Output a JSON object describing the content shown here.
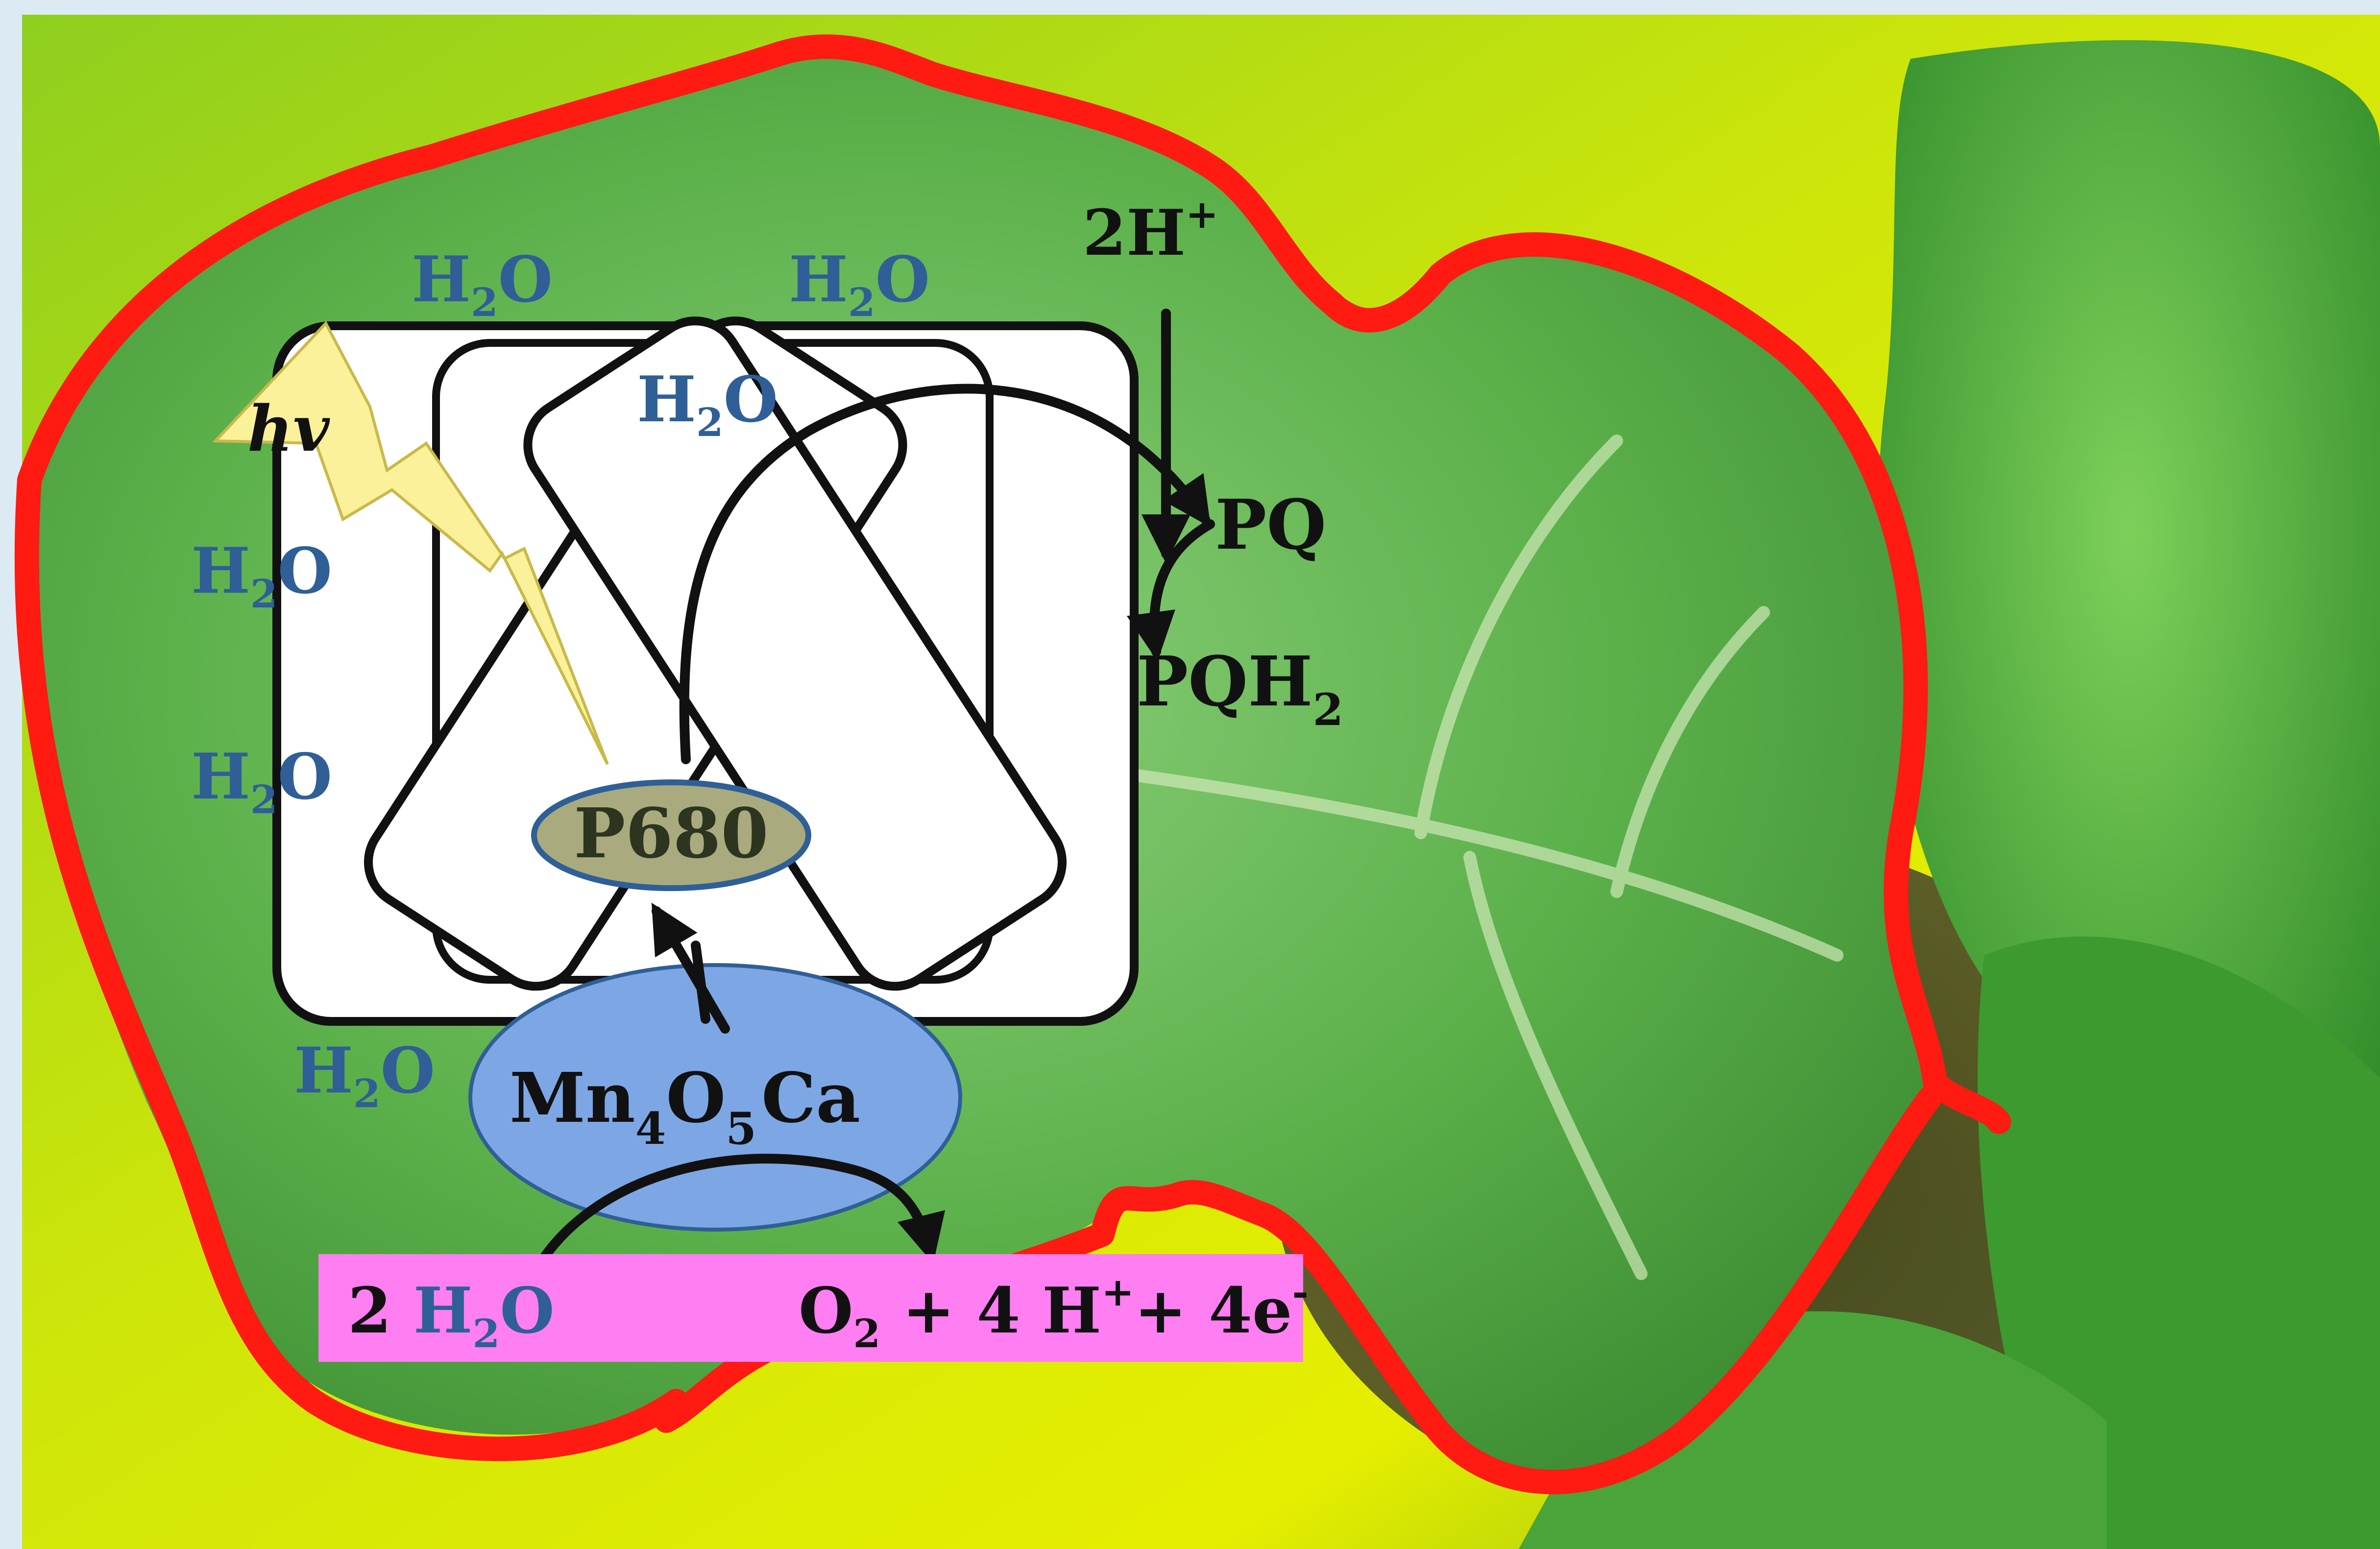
{
  "light_label": "hv",
  "water_label": {
    "main": "H",
    "sub": "2",
    "tail": "O"
  },
  "p680_label": "P680",
  "oec": {
    "a": "Mn",
    "sub1": "4",
    "b": "O",
    "sub2": "5",
    "c": "Ca"
  },
  "proton_uptake": {
    "main": "2H",
    "sup": "+"
  },
  "pq_label": "PQ",
  "pqh2_label": {
    "main": "PQH",
    "sub": "2"
  },
  "reaction": {
    "reactant_coeff": "2 ",
    "product_o2": "O",
    "product_o2_sub": "2",
    "product_rest": " + 4 H",
    "h_sup": "+",
    "plus_e": "+ 4e",
    "e_sup": "-"
  },
  "colors": {
    "leaf_outline": "#ff1a12",
    "oec_fill": "#7da7e4",
    "p680_fill": "#a9aa7e",
    "reaction_band": "#ff7ef2",
    "light_bolt": "#fbf19b",
    "water_text": "#2f5f96"
  }
}
